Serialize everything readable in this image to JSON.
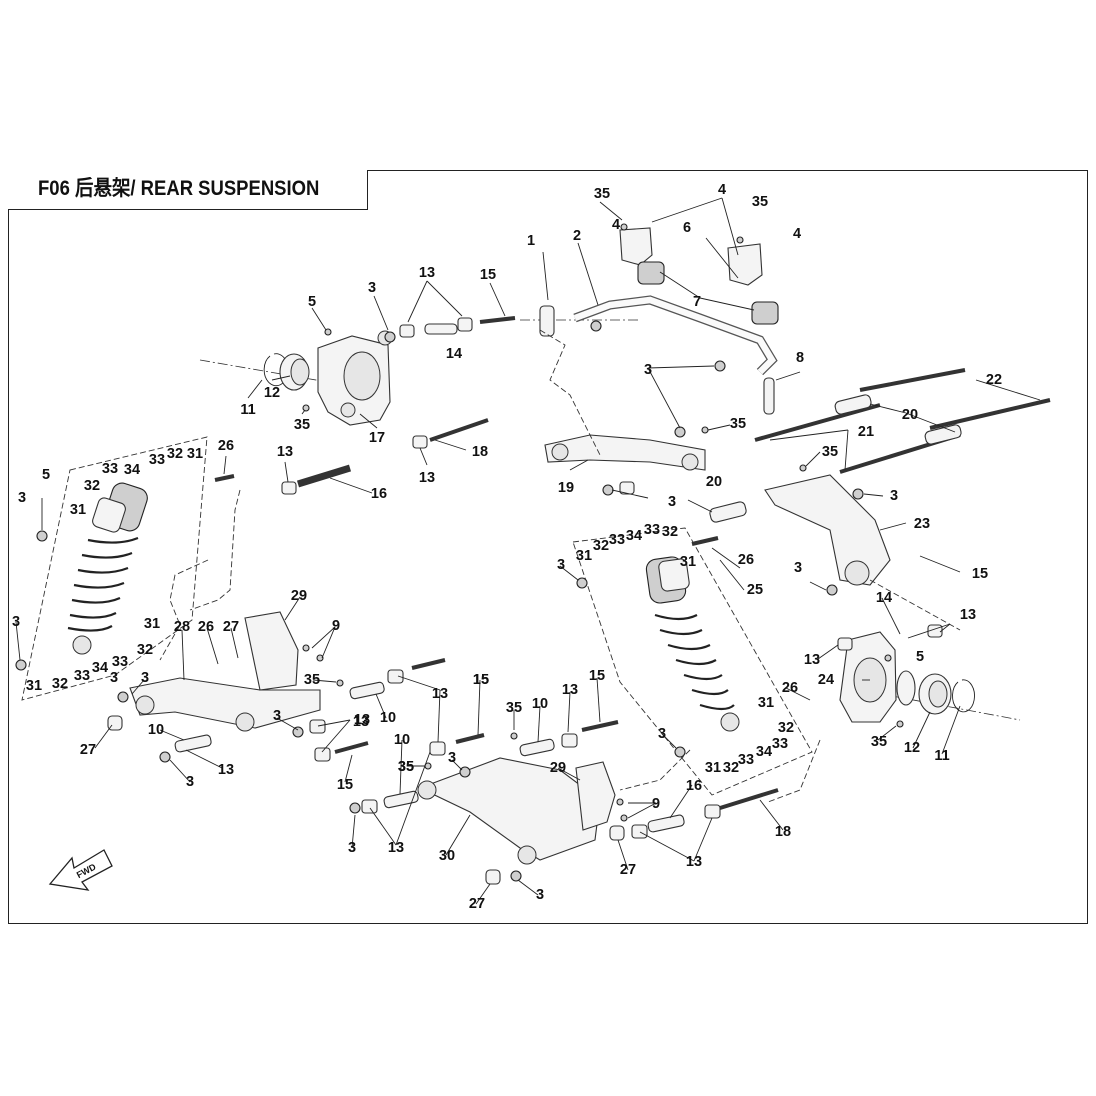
{
  "title": "F06 后悬架/ REAR SUSPENSION",
  "direction_label": "FWD",
  "callouts": [
    {
      "id": "1",
      "label": "1"
    },
    {
      "id": "2",
      "label": "2"
    },
    {
      "id": "3a",
      "label": "3"
    },
    {
      "id": "3b",
      "label": "3"
    },
    {
      "id": "3c",
      "label": "3"
    },
    {
      "id": "3d",
      "label": "3"
    },
    {
      "id": "3e",
      "label": "3"
    },
    {
      "id": "3f",
      "label": "3"
    },
    {
      "id": "3g",
      "label": "3"
    },
    {
      "id": "3h",
      "label": "3"
    },
    {
      "id": "3i",
      "label": "3"
    },
    {
      "id": "3j",
      "label": "3"
    },
    {
      "id": "3k",
      "label": "3"
    },
    {
      "id": "3l",
      "label": "3"
    },
    {
      "id": "3m",
      "label": "3"
    },
    {
      "id": "3n",
      "label": "3"
    },
    {
      "id": "3o",
      "label": "3"
    },
    {
      "id": "3p",
      "label": "3"
    },
    {
      "id": "4a",
      "label": "4"
    },
    {
      "id": "4b",
      "label": "4"
    },
    {
      "id": "4c",
      "label": "4"
    },
    {
      "id": "5a",
      "label": "5"
    },
    {
      "id": "5b",
      "label": "5"
    },
    {
      "id": "5c",
      "label": "5"
    },
    {
      "id": "6",
      "label": "6"
    },
    {
      "id": "7",
      "label": "7"
    },
    {
      "id": "8",
      "label": "8"
    },
    {
      "id": "9a",
      "label": "9"
    },
    {
      "id": "9b",
      "label": "9"
    },
    {
      "id": "10a",
      "label": "10"
    },
    {
      "id": "10b",
      "label": "10"
    },
    {
      "id": "10c",
      "label": "10"
    },
    {
      "id": "10d",
      "label": "10"
    },
    {
      "id": "11a",
      "label": "11"
    },
    {
      "id": "11b",
      "label": "11"
    },
    {
      "id": "12a",
      "label": "12"
    },
    {
      "id": "12b",
      "label": "12"
    },
    {
      "id": "13a",
      "label": "13"
    },
    {
      "id": "13b",
      "label": "13"
    },
    {
      "id": "13c",
      "label": "13"
    },
    {
      "id": "13d",
      "label": "13"
    },
    {
      "id": "13e",
      "label": "13"
    },
    {
      "id": "13f",
      "label": "13"
    },
    {
      "id": "13g",
      "label": "13"
    },
    {
      "id": "13h",
      "label": "13"
    },
    {
      "id": "13i",
      "label": "13"
    },
    {
      "id": "13j",
      "label": "13"
    },
    {
      "id": "13k",
      "label": "13"
    },
    {
      "id": "13l",
      "label": "13"
    },
    {
      "id": "14a",
      "label": "14"
    },
    {
      "id": "14b",
      "label": "14"
    },
    {
      "id": "15a",
      "label": "15"
    },
    {
      "id": "15b",
      "label": "15"
    },
    {
      "id": "15c",
      "label": "15"
    },
    {
      "id": "15d",
      "label": "15"
    },
    {
      "id": "15e",
      "label": "15"
    },
    {
      "id": "15f",
      "label": "15"
    },
    {
      "id": "16a",
      "label": "16"
    },
    {
      "id": "16b",
      "label": "16"
    },
    {
      "id": "17",
      "label": "17"
    },
    {
      "id": "18a",
      "label": "18"
    },
    {
      "id": "18b",
      "label": "18"
    },
    {
      "id": "19",
      "label": "19"
    },
    {
      "id": "20a",
      "label": "20"
    },
    {
      "id": "20b",
      "label": "20"
    },
    {
      "id": "21",
      "label": "21"
    },
    {
      "id": "22",
      "label": "22"
    },
    {
      "id": "23",
      "label": "23"
    },
    {
      "id": "24",
      "label": "24"
    },
    {
      "id": "25",
      "label": "25"
    },
    {
      "id": "26a",
      "label": "26"
    },
    {
      "id": "26b",
      "label": "26"
    },
    {
      "id": "26c",
      "label": "26"
    },
    {
      "id": "26d",
      "label": "26"
    },
    {
      "id": "27a",
      "label": "27"
    },
    {
      "id": "27b",
      "label": "27"
    },
    {
      "id": "27c",
      "label": "27"
    },
    {
      "id": "27d",
      "label": "27"
    },
    {
      "id": "28",
      "label": "28"
    },
    {
      "id": "29a",
      "label": "29"
    },
    {
      "id": "29b",
      "label": "29"
    },
    {
      "id": "30",
      "label": "30"
    },
    {
      "id": "31a",
      "label": "31"
    },
    {
      "id": "31b",
      "label": "31"
    },
    {
      "id": "31c",
      "label": "31"
    },
    {
      "id": "31d",
      "label": "31"
    },
    {
      "id": "31e",
      "label": "31"
    },
    {
      "id": "31f",
      "label": "31"
    },
    {
      "id": "31g",
      "label": "31"
    },
    {
      "id": "31h",
      "label": "31"
    },
    {
      "id": "32a",
      "label": "32"
    },
    {
      "id": "32b",
      "label": "32"
    },
    {
      "id": "32c",
      "label": "32"
    },
    {
      "id": "32d",
      "label": "32"
    },
    {
      "id": "32e",
      "label": "32"
    },
    {
      "id": "32f",
      "label": "32"
    },
    {
      "id": "32g",
      "label": "32"
    },
    {
      "id": "32h",
      "label": "32"
    },
    {
      "id": "33a",
      "label": "33"
    },
    {
      "id": "33b",
      "label": "33"
    },
    {
      "id": "33c",
      "label": "33"
    },
    {
      "id": "33d",
      "label": "33"
    },
    {
      "id": "33e",
      "label": "33"
    },
    {
      "id": "33f",
      "label": "33"
    },
    {
      "id": "33g",
      "label": "33"
    },
    {
      "id": "33h",
      "label": "33"
    },
    {
      "id": "34a",
      "label": "34"
    },
    {
      "id": "34b",
      "label": "34"
    },
    {
      "id": "34c",
      "label": "34"
    },
    {
      "id": "34d",
      "label": "34"
    },
    {
      "id": "35a",
      "label": "35"
    },
    {
      "id": "35b",
      "label": "35"
    },
    {
      "id": "35c",
      "label": "35"
    },
    {
      "id": "35d",
      "label": "35"
    },
    {
      "id": "35e",
      "label": "35"
    },
    {
      "id": "35f",
      "label": "35"
    },
    {
      "id": "35g",
      "label": "35"
    },
    {
      "id": "35h",
      "label": "35"
    },
    {
      "id": "35i",
      "label": "35"
    },
    {
      "id": "35j",
      "label": "35"
    }
  ]
}
